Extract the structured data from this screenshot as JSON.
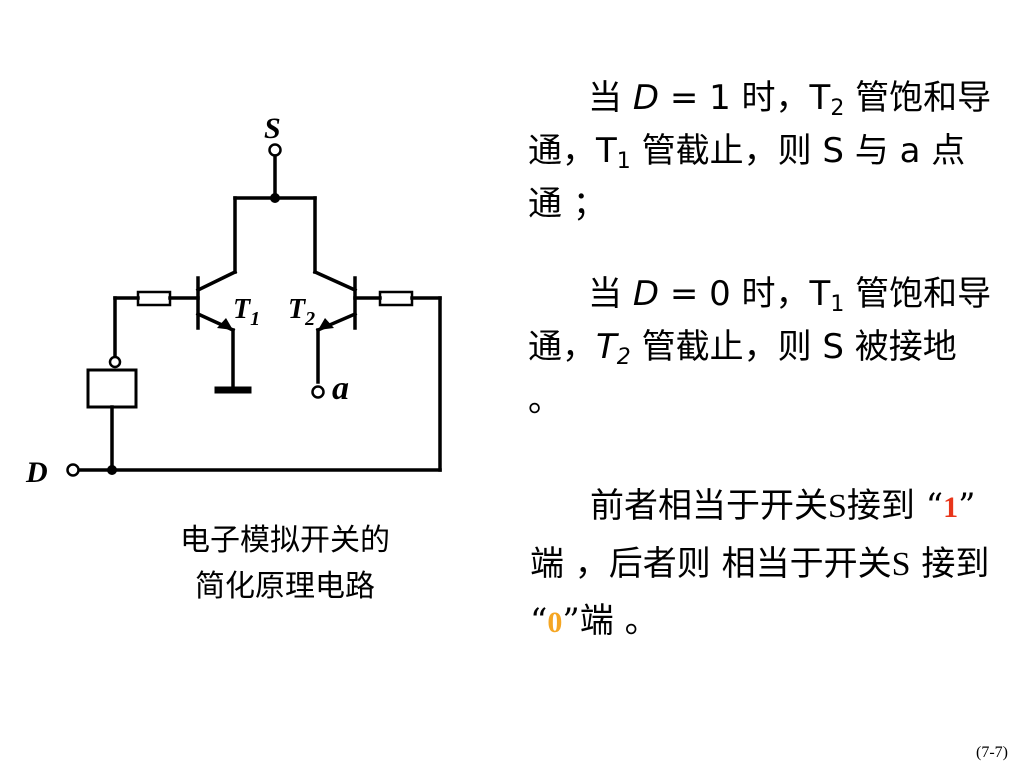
{
  "circuit": {
    "labels": {
      "S": "S",
      "T1_base": "T",
      "T1_sub": "1",
      "T2_base": "T",
      "T2_sub": "2",
      "a": "a",
      "D": "D"
    }
  },
  "caption": {
    "line1": "电子模拟开关的",
    "line2": "简化原理电路"
  },
  "para1": {
    "t1": "当",
    "D": "D",
    "t2": "= 1 时，T",
    "s2": "2",
    "t3": " 管饱和导通，T",
    "s1": "1",
    "t4": " 管截止，则 S 与 a 点通 ；"
  },
  "para2": {
    "t1": "当",
    "D": "D",
    "t2": "= 0 时，T",
    "s1": "1",
    "t3": " 管饱和导通，",
    "T": "T",
    "s2": "2",
    "t4": " 管截止，则 S 被接地 。"
  },
  "para3": {
    "t1": "前者相当于开关",
    "S1": "S",
    "t2": "接到 “",
    "one": "1",
    "t3": "” 端 ，后者则 相当于开关",
    "S2": "S",
    "t4": " 接到 “",
    "zero": "0",
    "t5": "”端 。"
  },
  "page_number": "(7-7)",
  "colors": {
    "one": "#e8351a",
    "zero": "#f5a623"
  }
}
